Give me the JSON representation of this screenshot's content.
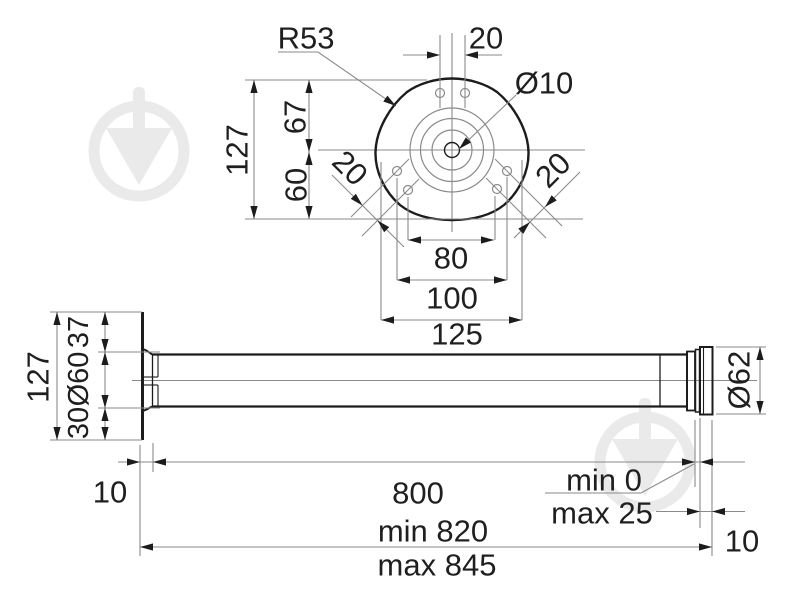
{
  "drawing": {
    "type": "technical-dimension-drawing",
    "colors": {
      "line": "#1c1c1c",
      "dimension": "#8a8a8a",
      "watermark": "#eaeaea",
      "background": "#ffffff"
    },
    "top_view": {
      "radius_label": "R53",
      "top_hole_spacing": "20",
      "center_hole_dia": "Ø10",
      "height_total": "127",
      "height_upper": "67",
      "height_lower": "60",
      "diag_left_spacing": "20",
      "diag_right_spacing": "20",
      "bolt_span_inner": "80",
      "bolt_span_outer": "100",
      "plate_width": "125"
    },
    "side_view": {
      "flange_height": "127",
      "seg_upper": "37",
      "tube_dia": "Ø60",
      "seg_lower": "30",
      "foot_dia": "Ø62",
      "flange_depth": "10",
      "tube_length": "800",
      "gap_min": "min 0",
      "gap_max": "max 25",
      "length_min": "min 820",
      "length_max": "max 845",
      "foot_depth": "10"
    }
  }
}
